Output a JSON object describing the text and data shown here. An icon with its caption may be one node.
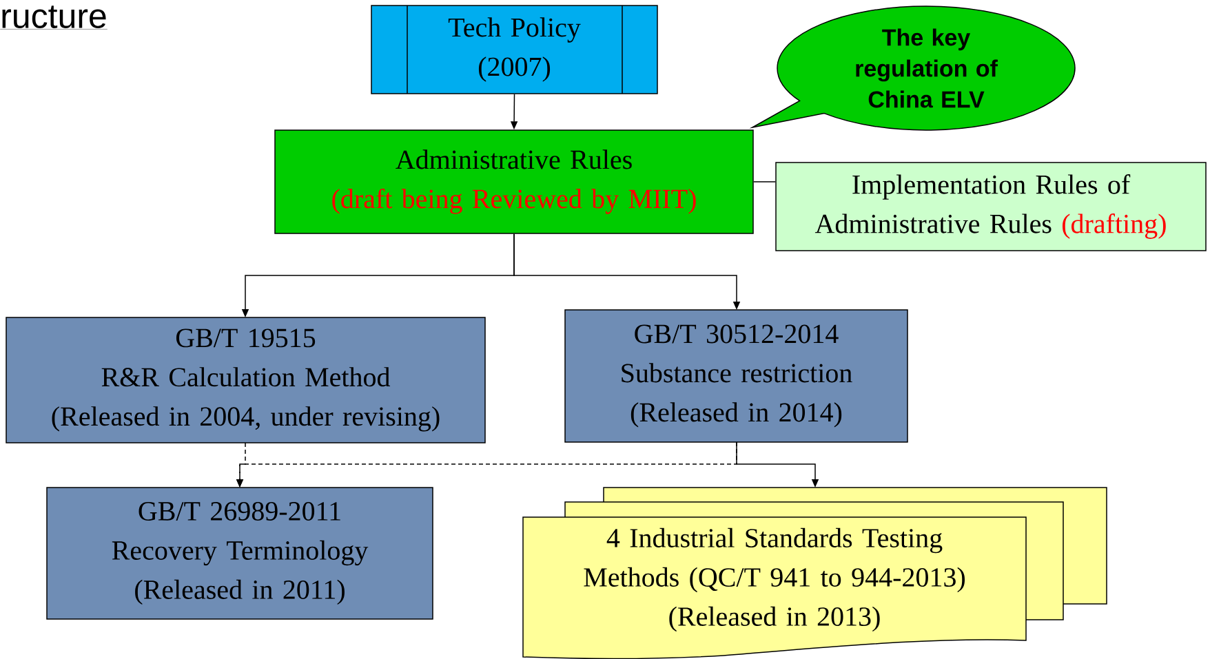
{
  "diagram": {
    "title": "ructure",
    "nodes": [
      {
        "text": [
          "Tech Policy",
          "(2007)"
        ]
      },
      {
        "text": [
          "Administrative Rules",
          "(draft being Reviewed by MIIT)"
        ]
      },
      {
        "text": [
          "The key regulation of China ELV"
        ]
      },
      {
        "text": [
          "Implementation Rules of Administrative Rules",
          "(drafting)"
        ]
      },
      {
        "text": [
          "GB/T 19515",
          "R&R Calculation Method",
          "(Released in 2004, under revising)"
        ]
      },
      {
        "text": [
          "GB/T 30512-2014",
          "Substance restriction",
          "(Released in 2014)"
        ]
      },
      {
        "text": [
          "GB/T 26989-2011",
          "Recovery Terminology",
          "(Released in 2011)"
        ]
      },
      {
        "text": [
          "4 Industrial Standards Testing Methods (QC/T 941 to 944-2013)",
          "(Released in 2013)"
        ]
      }
    ],
    "edges": [
      {
        "from": 0,
        "to": 1,
        "arrow": "to"
      },
      {
        "from": 1,
        "to": 3,
        "arrow": "none"
      },
      {
        "from": 1,
        "to": 4,
        "arrow": "to"
      },
      {
        "from": 1,
        "to": 5,
        "arrow": "to"
      },
      {
        "from": 4,
        "to": 6,
        "arrow": "to",
        "style": "dashed"
      },
      {
        "from": 5,
        "to": 6,
        "arrow": "to",
        "style": "dashed"
      },
      {
        "from": 5,
        "to": 7,
        "arrow": "to"
      }
    ]
  }
}
